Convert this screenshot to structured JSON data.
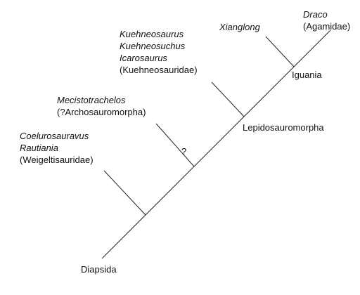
{
  "colors": {
    "line": "#222222",
    "text": "#111111",
    "background": "#ffffff"
  },
  "labels": {
    "draco": "Draco",
    "agamidae": "(Agamidae)",
    "xianglong": "Xianglong",
    "iguania": "Iguania",
    "kuehneosaurus": "Kuehneosaurus",
    "kuehneosuchus": "Kuehneosuchus",
    "icarosaurus": "Icarosaurus",
    "kuehneosauridae": "(Kuehneosauridae)",
    "lepidosauromorpha": "Lepidosauromorpha",
    "mecistotrachelos": "Mecistotrachelos",
    "archosauromorpha": "(?Archosauromorpha)",
    "question": "?",
    "coelurosauravus": "Coelurosauravus",
    "rautiania": "Rautiania",
    "weigeltisauridae": "(Weigeltisauridae)",
    "diapsida": "Diapsida"
  }
}
